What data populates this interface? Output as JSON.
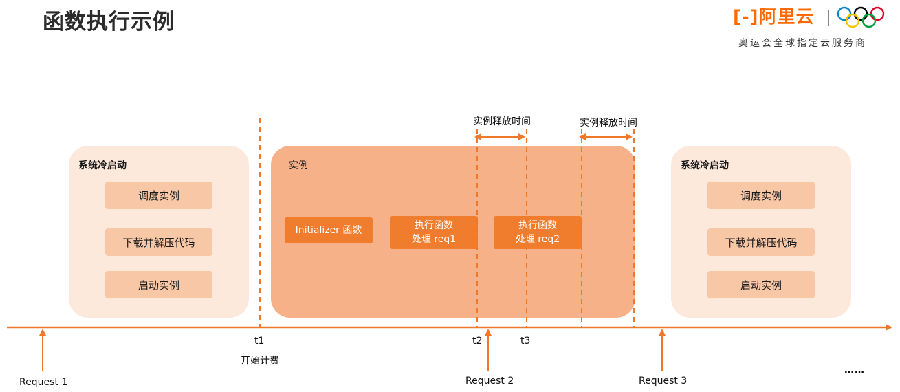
{
  "header": {
    "title": "函数执行示例"
  },
  "logo": {
    "brand": "[-]阿里云",
    "tagline": "奥运会全球指定云服务商",
    "brand_color": "#ff6a00"
  },
  "cold_start_left": {
    "title": "系统冷启动",
    "steps": [
      "调度实例",
      "下载并解压代码",
      "启动实例"
    ]
  },
  "instance": {
    "title": "实例",
    "initializer": "Initializer 函数",
    "req1": {
      "line1": "执行函数",
      "line2": "处理 req1"
    },
    "req2": {
      "line1": "执行函数",
      "line2": "处理 req2"
    }
  },
  "cold_start_right": {
    "title": "系统冷启动",
    "steps": [
      "调度实例",
      "下载并解压代码",
      "启动实例"
    ]
  },
  "release": {
    "label_1": "实例释放时间",
    "label_2": "实例释放时间"
  },
  "timeline": {
    "t1": "t1",
    "t1_note": "开始计费",
    "t2": "t2",
    "t3": "t3",
    "request_1": "Request 1",
    "request_2": "Request 2",
    "request_3": "Request 3",
    "ellipsis": "……"
  },
  "colors": {
    "accent": "#f0782a",
    "cold_panel": "#fde9dc",
    "cold_step": "#f8c7a6",
    "instance_panel": "#f7b188",
    "instance_box": "#f07c2e"
  }
}
